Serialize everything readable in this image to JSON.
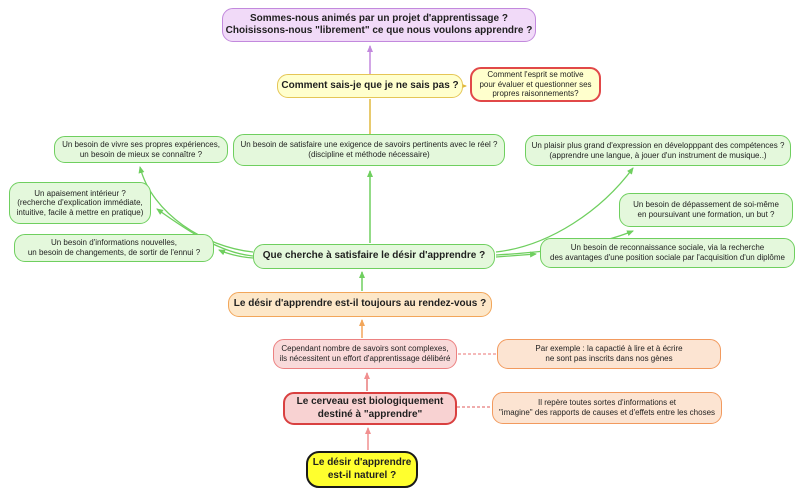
{
  "palette": {
    "purple": "#c289dd",
    "gold": "#e0b93e",
    "green": "#6fcf5f",
    "orange": "#f2a65a",
    "red": "#e14848",
    "salmon": "#f19090",
    "pink_dashed": "#ef8f8f",
    "red_dashed": "#e87c7c",
    "root_fill": "#ffff2e"
  },
  "mindmap": {
    "nodes": [
      {
        "id": "projet",
        "text": "Sommes-nous animés par un projet d'apprentissage ?\nChoisissons-nous \"librement\" ce que nous voulons apprendre ?"
      },
      {
        "id": "comment-sais-je",
        "text": "Comment sais-je que je ne sais pas ?"
      },
      {
        "id": "esprit-motive",
        "text": "Comment l'esprit se motive\npour évaluer et questionner ses\npropres raisonnements?"
      },
      {
        "id": "vivre-experiences",
        "text": "Un besoin de vivre ses propres expériences,\nun besoin de mieux se connaître ?"
      },
      {
        "id": "exigence-savoirs",
        "text": "Un besoin de satisfaire une exigence de savoirs pertinents avec le réel ?\n(discipline et méthode nécessaire)"
      },
      {
        "id": "plaisir-expression",
        "text": "Un plaisir plus grand d'expression en développpant des compétences ?\n(apprendre une langue, à jouer d'un instrument de musique..)"
      },
      {
        "id": "apaisement",
        "text": "Un apaisement intérieur ?\n(recherche d'explication immédiate,\nintuitive, facile à mettre en pratique)"
      },
      {
        "id": "depassement",
        "text": "Un besoin de dépassement de soi-même\nen poursuivant une formation, un but ?"
      },
      {
        "id": "informations-nouvelles",
        "text": "Un besoin d'informations nouvelles,\nun besoin de changements, de sortir de l'ennui ?"
      },
      {
        "id": "que-cherche",
        "text": "Que cherche à satisfaire le désir d'apprendre ?"
      },
      {
        "id": "reconnaissance-sociale",
        "text": "Un besoin de reconnaissance sociale, via la recherche\ndes avantages d'une position sociale par l'acquisition d'un diplôme"
      },
      {
        "id": "rendez-vous",
        "text": "Le désir d'apprendre est-il toujours au rendez-vous ?"
      },
      {
        "id": "savoirs-complexes",
        "text": "Cependant nombre de savoirs sont complexes,\nils nécessitent un effort d'apprentissage délibéré"
      },
      {
        "id": "par-exemple-genes",
        "text": "Par exemple : la capactié à lire et à écrire\nne sont pas inscrits dans nos gènes"
      },
      {
        "id": "cerveau",
        "text": "Le cerveau est biologiquement\ndestiné à \"apprendre\""
      },
      {
        "id": "il-repere",
        "text": "Il repère toutes sortes d'informations et\n\"imagine\" des rapports de causes et d'effets entre les choses"
      },
      {
        "id": "racine",
        "text": "Le désir d'apprendre\nest-il naturel ?"
      }
    ]
  }
}
